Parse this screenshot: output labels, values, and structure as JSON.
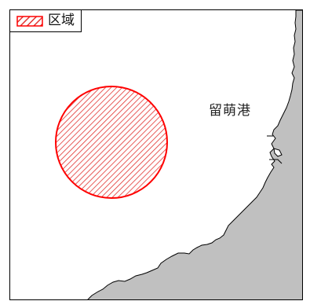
{
  "map": {
    "land_color": "#c0c0c0",
    "water_color": "#ffffff",
    "coastline_color": "#000000"
  },
  "legend": {
    "label": "区域",
    "swatch_stroke": "#ff0000",
    "swatch_pattern": "red-diagonal-hatch"
  },
  "area": {
    "shape": "circle",
    "fill_pattern": "red-diagonal-hatch",
    "stroke_color": "#ff0000"
  },
  "places": [
    {
      "label": "留萌港"
    }
  ]
}
